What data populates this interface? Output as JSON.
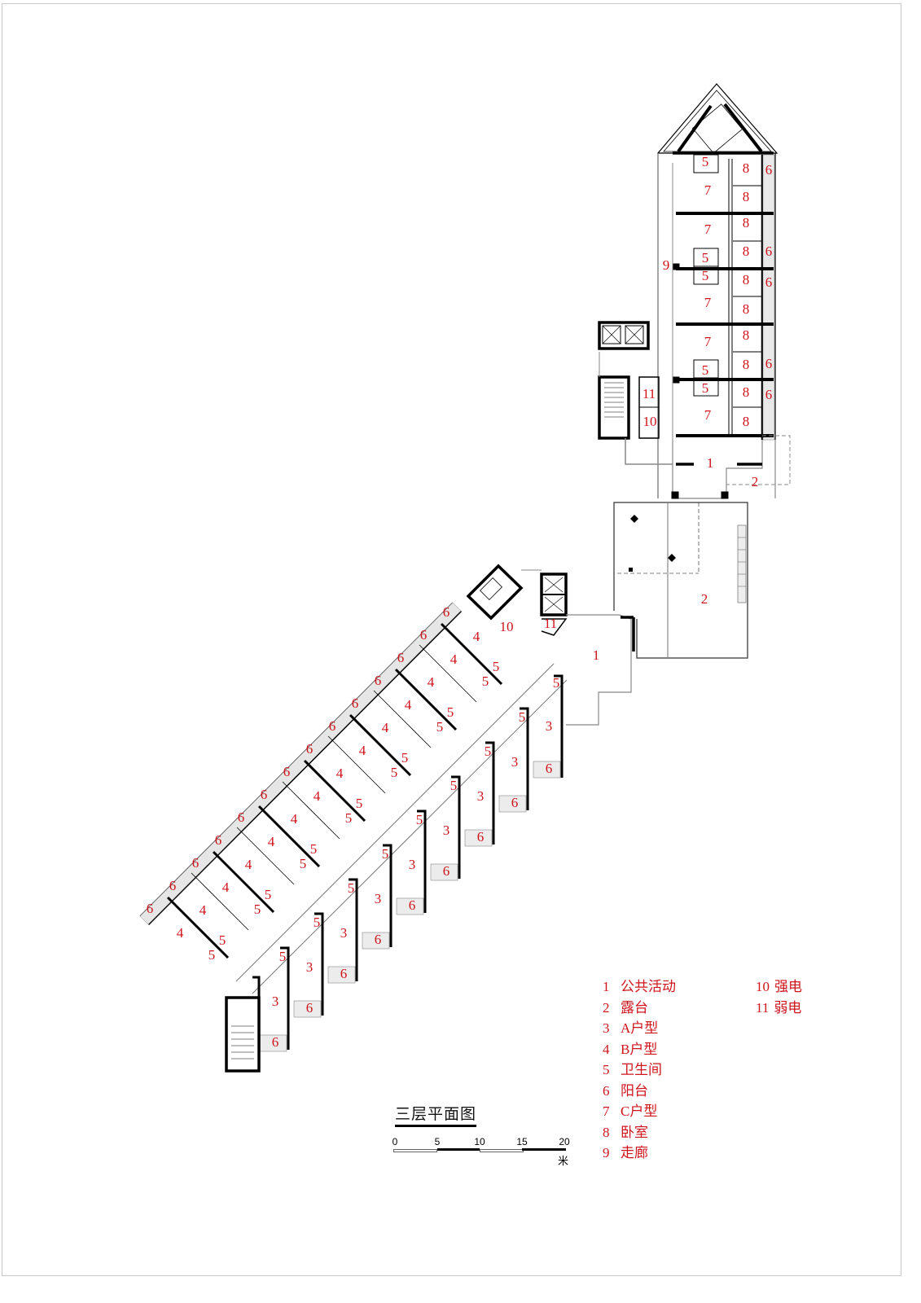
{
  "drawing": {
    "title": "三层平面图",
    "label_color": "#d0141c",
    "line_color": "#000000"
  },
  "legend": {
    "column1": [
      {
        "num": "1",
        "text": "公共活动"
      },
      {
        "num": "2",
        "text": "露台"
      },
      {
        "num": "3",
        "text": "A户型"
      },
      {
        "num": "4",
        "text": "B户型"
      },
      {
        "num": "5",
        "text": "卫生间"
      },
      {
        "num": "6",
        "text": "阳台"
      },
      {
        "num": "7",
        "text": "C户型"
      },
      {
        "num": "8",
        "text": "卧室"
      },
      {
        "num": "9",
        "text": "走廊"
      }
    ],
    "column2": [
      {
        "num": "10",
        "text": "强电"
      },
      {
        "num": "11",
        "text": "弱电"
      }
    ]
  },
  "scale_bar": {
    "ticks": [
      "0",
      "5",
      "10",
      "15",
      "20"
    ],
    "unit": "米"
  },
  "room_labels": {
    "north_wing": [
      "5",
      "8",
      "6",
      "7",
      "8",
      "7",
      "8",
      "8",
      "6",
      "5",
      "5",
      "8",
      "6",
      "7",
      "8",
      "7",
      "8",
      "5",
      "8",
      "6",
      "5",
      "8",
      "6",
      "7",
      "8",
      "9",
      "11",
      "10",
      "1",
      "2"
    ],
    "terrace": [
      "2"
    ],
    "south_wing": [
      "10",
      "11",
      "1",
      "4",
      "5",
      "3",
      "6"
    ]
  }
}
